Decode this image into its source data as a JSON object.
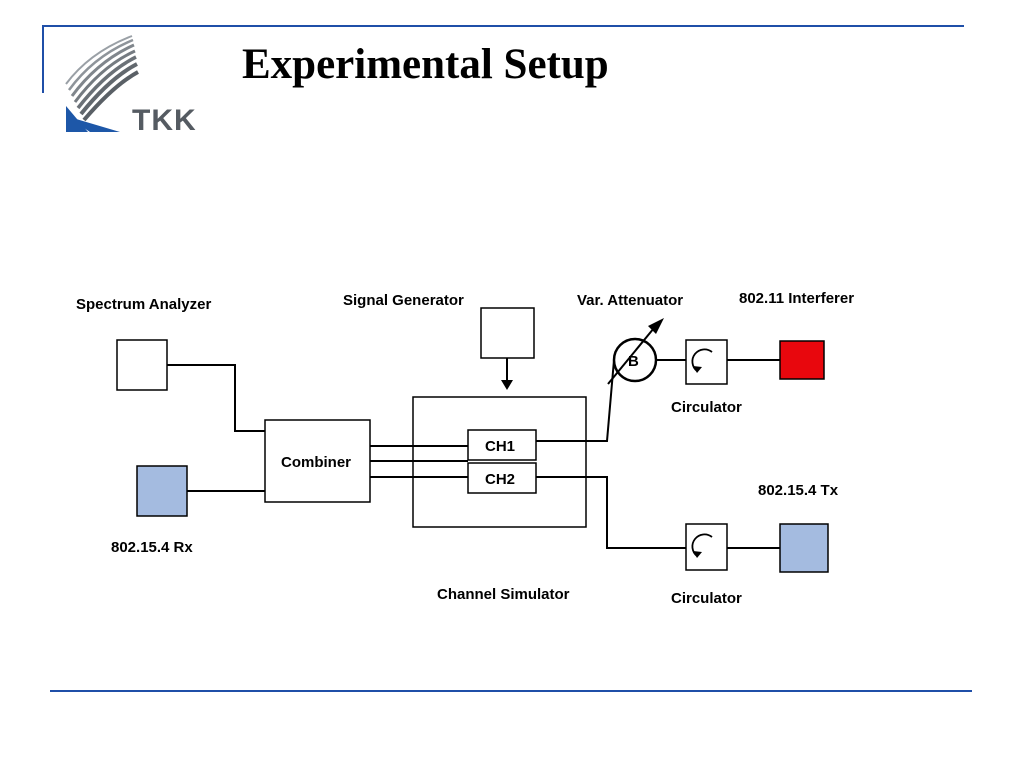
{
  "slide": {
    "title": "Experimental Setup",
    "logo_text": "TKK"
  },
  "diagram": {
    "labels": {
      "spectrum_analyzer": "Spectrum Analyzer",
      "signal_generator": "Signal Generator",
      "var_attenuator": "Var. Attenuator",
      "interferer": "802.11 Interferer",
      "combiner": "Combiner",
      "ch1": "CH1",
      "ch2": "CH2",
      "attenuator_symbol": "B",
      "circulator_top": "Circulator",
      "circulator_bottom": "Circulator",
      "rx": "802.15.4  Rx",
      "tx": "802.15.4  Tx",
      "channel_simulator": "Channel Simulator"
    },
    "colors": {
      "device_blue": "#a4bbe0",
      "interferer_red": "#e8070d",
      "rule_blue": "#1f4fa8"
    }
  }
}
